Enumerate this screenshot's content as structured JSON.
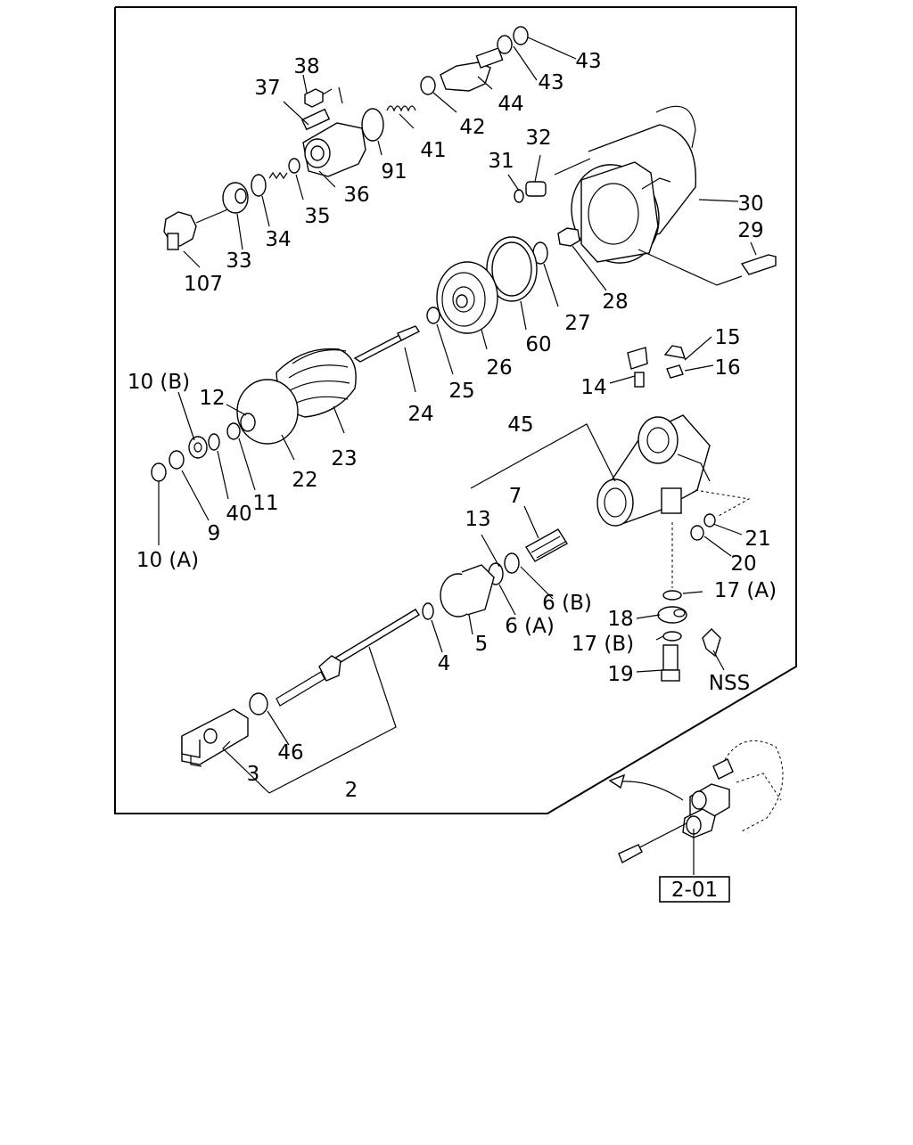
{
  "diagram": {
    "labels": {
      "p38": "38",
      "p37": "37",
      "p43a": "43",
      "p43b": "43",
      "p44": "44",
      "p42": "42",
      "p41": "41",
      "p91": "91",
      "p36": "36",
      "p35": "35",
      "p34": "34",
      "p33": "33",
      "p107": "107",
      "p31": "31",
      "p32": "32",
      "p30": "30",
      "p29": "29",
      "p28": "28",
      "p27": "27",
      "p60": "60",
      "p26": "26",
      "p25": "25",
      "p24": "24",
      "p23": "23",
      "p22": "22",
      "p10b": "10 (B)",
      "p12": "12",
      "p11": "11",
      "p40": "40",
      "p9": "9",
      "p10a": "10 (A)",
      "p15": "15",
      "p16": "16",
      "p14": "14",
      "p45": "45",
      "p13": "13",
      "p7": "7",
      "p21": "21",
      "p20": "20",
      "p17a": "17 (A)",
      "p6b": "6 (B)",
      "p6a": "6 (A)",
      "p5": "5",
      "p4": "4",
      "p18": "18",
      "p17b": "17 (B)",
      "p19": "19",
      "nss": "NSS",
      "p46": "46",
      "p3": "3",
      "p2": "2"
    },
    "ref_box": "2-01"
  }
}
